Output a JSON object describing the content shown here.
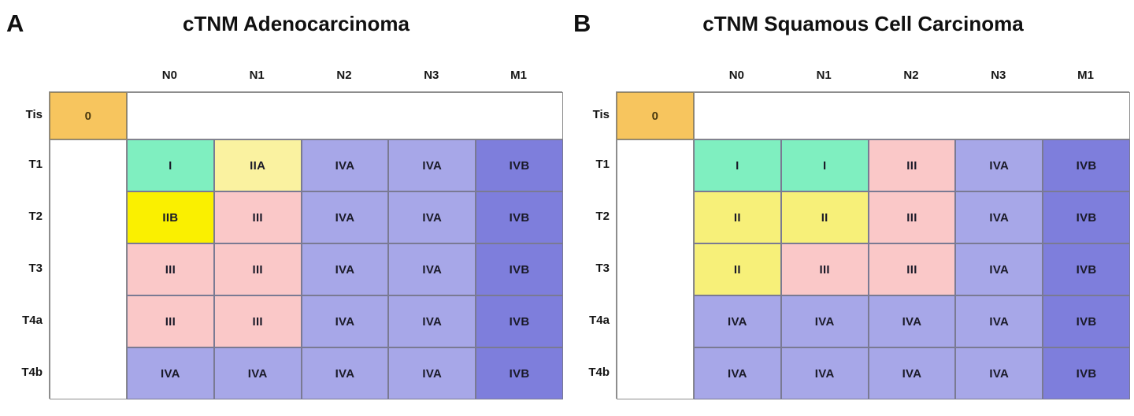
{
  "figure": {
    "panels": [
      {
        "letter": "A",
        "title": "cTNM Adenocarcinoma",
        "column_headers": [
          "N0",
          "N1",
          "N2",
          "N3",
          "M1"
        ],
        "row_labels": [
          "Tis",
          "T1",
          "T2",
          "T3",
          "T4a",
          "T4b"
        ],
        "tis_stage": "0",
        "rows": [
          {
            "label": "T1",
            "cells": [
              "I",
              "IIA",
              "IVA",
              "IVA",
              "IVB"
            ]
          },
          {
            "label": "T2",
            "cells": [
              "IIB",
              "III",
              "IVA",
              "IVA",
              "IVB"
            ]
          },
          {
            "label": "T3",
            "cells": [
              "III",
              "III",
              "IVA",
              "IVA",
              "IVB"
            ]
          },
          {
            "label": "T4a",
            "cells": [
              "III",
              "III",
              "IVA",
              "IVA",
              "IVB"
            ]
          },
          {
            "label": "T4b",
            "cells": [
              "IVA",
              "IVA",
              "IVA",
              "IVA",
              "IVB"
            ]
          }
        ],
        "colors": [
          [
            "teal",
            "paleyellow",
            "lavender",
            "lavender",
            "darkblue"
          ],
          [
            "yellow",
            "pink",
            "lavender",
            "lavender",
            "darkblue"
          ],
          [
            "pink",
            "pink",
            "lavender",
            "lavender",
            "darkblue"
          ],
          [
            "pink",
            "pink",
            "lavender",
            "lavender",
            "darkblue"
          ],
          [
            "lavender",
            "lavender",
            "lavender",
            "lavender",
            "darkblue"
          ]
        ]
      },
      {
        "letter": "B",
        "title": "cTNM Squamous Cell Carcinoma",
        "column_headers": [
          "N0",
          "N1",
          "N2",
          "N3",
          "M1"
        ],
        "row_labels": [
          "Tis",
          "T1",
          "T2",
          "T3",
          "T4a",
          "T4b"
        ],
        "tis_stage": "0",
        "rows": [
          {
            "label": "T1",
            "cells": [
              "I",
              "I",
              "III",
              "IVA",
              "IVB"
            ]
          },
          {
            "label": "T2",
            "cells": [
              "II",
              "II",
              "III",
              "IVA",
              "IVB"
            ]
          },
          {
            "label": "T3",
            "cells": [
              "II",
              "III",
              "III",
              "IVA",
              "IVB"
            ]
          },
          {
            "label": "T4a",
            "cells": [
              "IVA",
              "IVA",
              "IVA",
              "IVA",
              "IVB"
            ]
          },
          {
            "label": "T4b",
            "cells": [
              "IVA",
              "IVA",
              "IVA",
              "IVA",
              "IVB"
            ]
          }
        ],
        "colors": [
          [
            "teal",
            "teal",
            "pink",
            "lavender",
            "darkblue"
          ],
          [
            "yellow2",
            "yellow2",
            "pink",
            "lavender",
            "darkblue"
          ],
          [
            "yellow2",
            "pink",
            "pink",
            "lavender",
            "darkblue"
          ],
          [
            "lavender",
            "lavender",
            "lavender",
            "lavender",
            "darkblue"
          ],
          [
            "lavender",
            "lavender",
            "lavender",
            "lavender",
            "darkblue"
          ]
        ]
      }
    ],
    "palette": {
      "orange": "#F7C55E",
      "teal": "#7FEFC0",
      "paleyellow": "#FAF2A0",
      "yellow": "#FAF000",
      "yellow2": "#F7F079",
      "pink": "#FAC8C8",
      "lavender": "#A7A7E8",
      "darkblue": "#7E7EDC",
      "white": "#FFFFFF"
    }
  }
}
